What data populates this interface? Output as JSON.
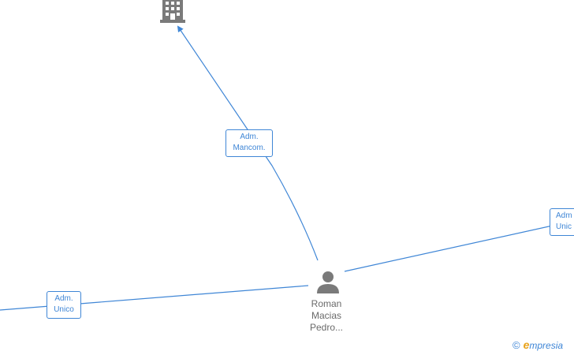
{
  "diagram": {
    "company_node": {
      "icon": "building-icon"
    },
    "person_node": {
      "icon": "person-icon",
      "name_lines": [
        "Roman",
        "Macias",
        "Pedro..."
      ]
    },
    "edges": [
      {
        "id": "top",
        "label_lines": [
          "Adm.",
          "Mancom."
        ]
      },
      {
        "id": "left",
        "label_lines": [
          "Adm.",
          "Unico"
        ]
      },
      {
        "id": "right",
        "label_lines": [
          "Adm",
          "Unic"
        ]
      }
    ]
  },
  "footer": {
    "copyright_symbol": "©",
    "brand_initial": "e",
    "brand_rest": "mpresia"
  },
  "colors": {
    "edge": "#3f86d6",
    "icon": "#7a7a7a",
    "brand_accent": "#e8a21a"
  }
}
